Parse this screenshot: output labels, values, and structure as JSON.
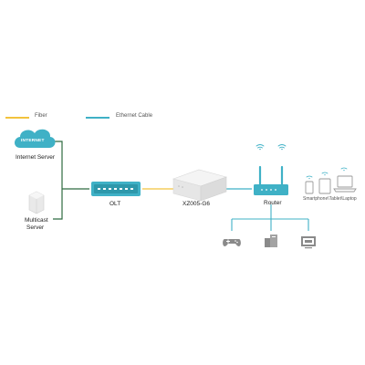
{
  "legend": {
    "fiber": {
      "label": "Fiber",
      "color": "#f2c33d"
    },
    "ethernet": {
      "label": "Ethernet Cable",
      "color": "#3fb1c6"
    }
  },
  "nodes": {
    "internet_cloud_text": "INTERNET",
    "internet_server": "Internet Server",
    "multicast_server_line1": "Multicast",
    "multicast_server_line2": "Server",
    "olt": "OLT",
    "onu": "XZ005-G6",
    "router": "Router",
    "clients": "Smartphone\\Tablet\\Laptop"
  },
  "colors": {
    "line_dark": "#2f6b40",
    "teal": "#3fb1c6",
    "gray": "#8a8a8a",
    "light_gray": "#c9c9c9"
  }
}
